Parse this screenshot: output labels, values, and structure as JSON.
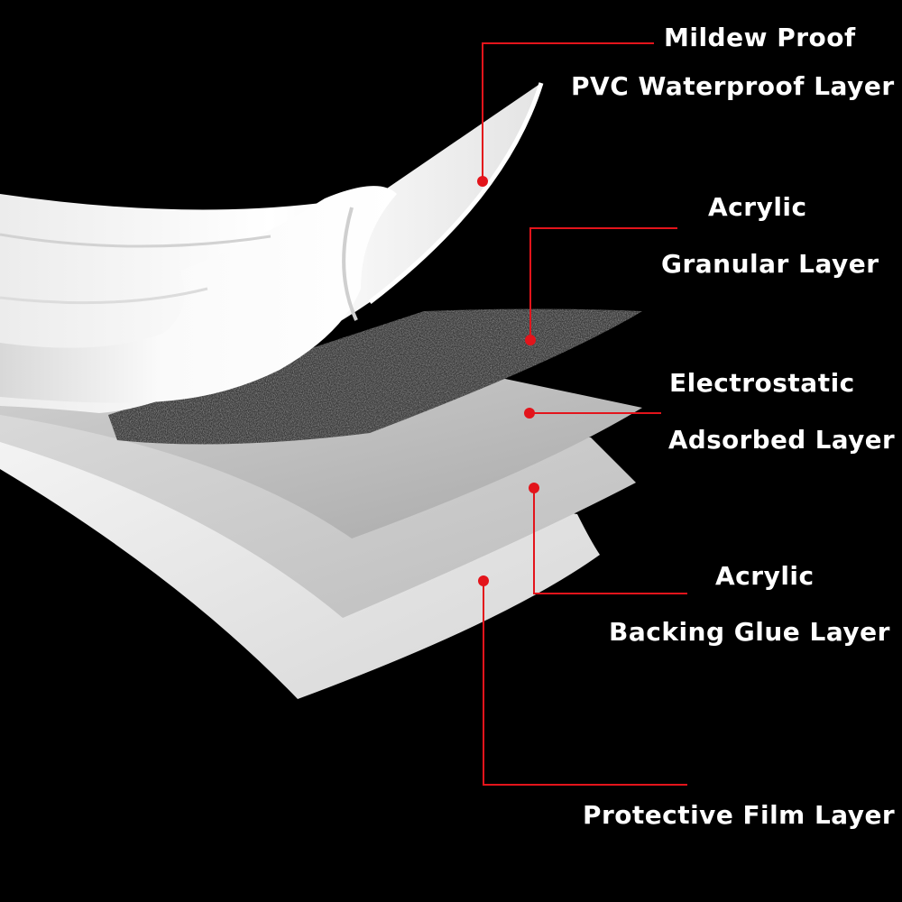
{
  "colors": {
    "background": "#000000",
    "leader": "#e3141b",
    "text": "#ffffff"
  },
  "layers": [
    {
      "id": "pvc",
      "lines": [
        "Mildew Proof",
        "PVC Waterproof Layer"
      ]
    },
    {
      "id": "granular",
      "lines": [
        "Acrylic",
        "Granular Layer"
      ]
    },
    {
      "id": "electrostatic",
      "lines": [
        "Electrostatic",
        "Adsorbed Layer"
      ]
    },
    {
      "id": "backing",
      "lines": [
        "Acrylic",
        "Backing Glue Layer"
      ]
    },
    {
      "id": "film",
      "lines": [
        "Protective Film Layer"
      ]
    }
  ]
}
